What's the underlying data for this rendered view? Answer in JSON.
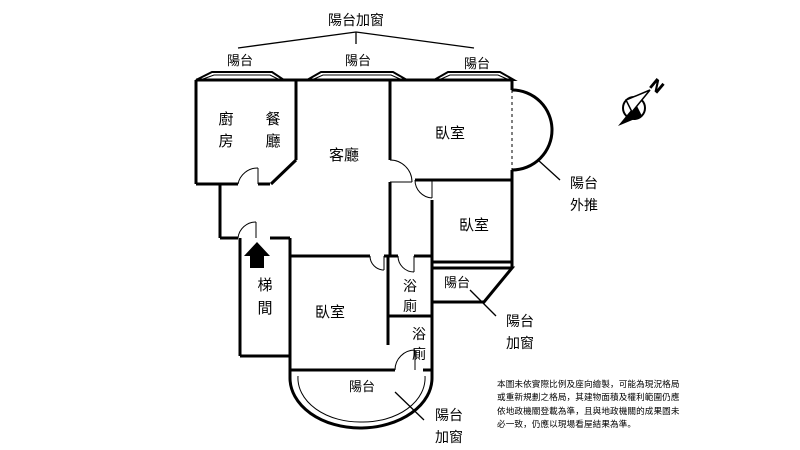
{
  "callouts": {
    "top_balcony_window": "陽台加窗",
    "right_balcony_push": [
      "陽台",
      "外推"
    ],
    "side_balcony_window": [
      "陽台",
      "加窗"
    ],
    "bottom_balcony_window": [
      "陽台",
      "加窗"
    ]
  },
  "rooms": {
    "balcony_top_1": "陽台",
    "balcony_top_2": "陽台",
    "balcony_top_3": "陽台",
    "kitchen": [
      "廚",
      "房"
    ],
    "dining": [
      "餐",
      "廳"
    ],
    "living": "客廳",
    "bedroom_top": "臥室",
    "bedroom_mid": "臥室",
    "bedroom_bottom": "臥室",
    "stairs": [
      "梯",
      "間"
    ],
    "bath_1": [
      "浴",
      "廁"
    ],
    "bath_2": [
      "浴",
      "廁"
    ],
    "balcony_side": "陽台",
    "balcony_bottom": "陽台"
  },
  "compass": {
    "label": "N"
  },
  "disclaimer": [
    "本圖未依實際比例及座向繪製，可能為現況格局",
    "或重新規劃之格局，其建物面積及權利範圍仍應",
    "依地政機關登載為準，且與地政機關的成果圖未",
    "必一致，仍應以現場看屋結果為準。"
  ],
  "colors": {
    "wall": "#000000",
    "background": "#ffffff",
    "entry_arrow": "#000000"
  },
  "icons": [
    "compass-icon",
    "entry-arrow-icon",
    "door-swing-icon"
  ]
}
